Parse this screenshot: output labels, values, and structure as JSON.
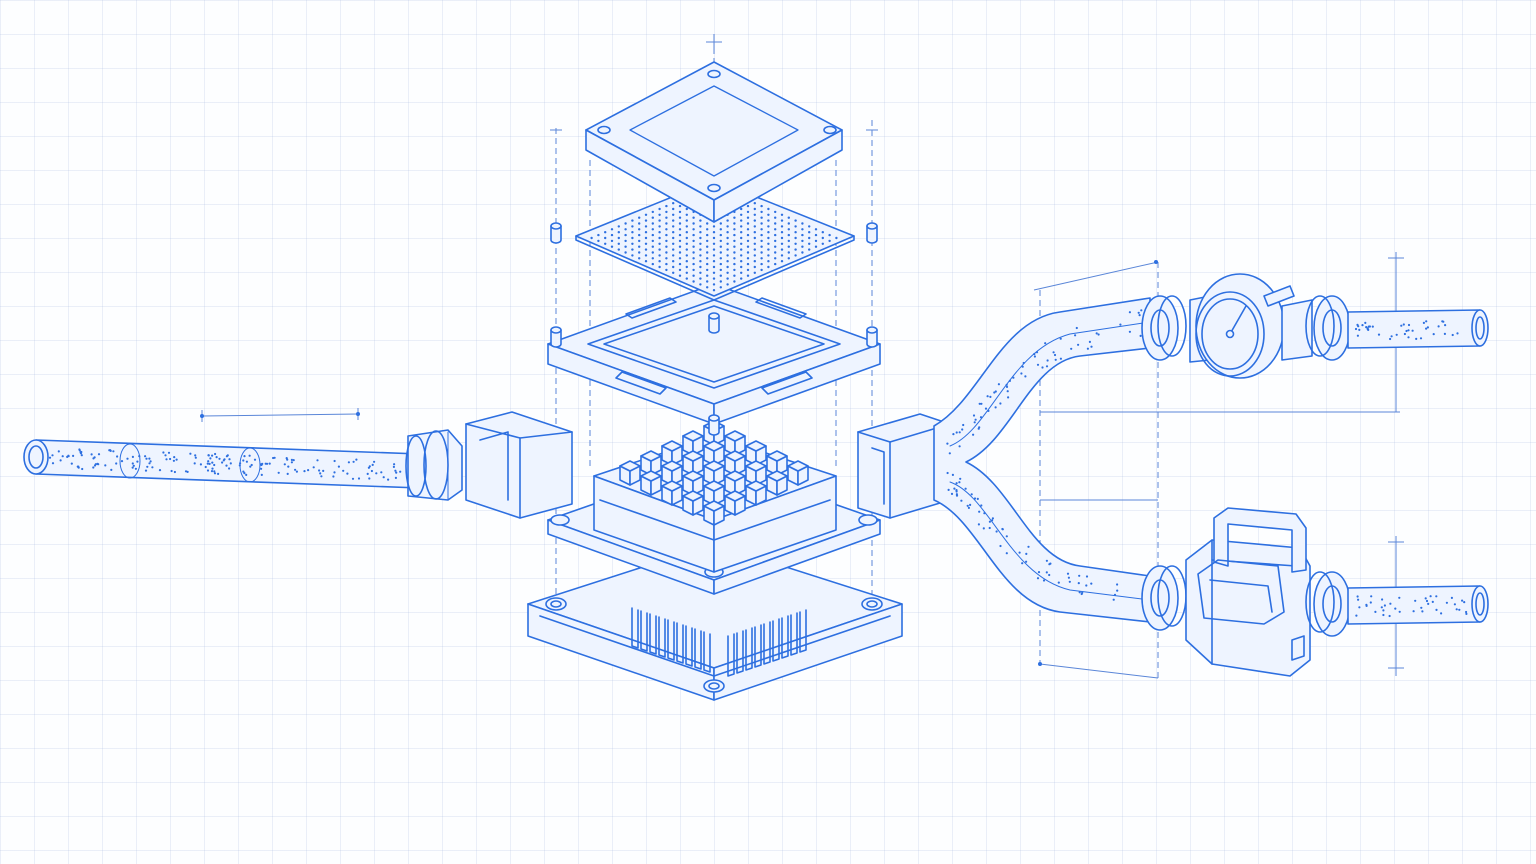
{
  "drawing": {
    "style": "isometric exploded technical drawing on grid paper",
    "colors": {
      "stroke": "#2d6fe0",
      "fill": "#eef4ff",
      "dimension": "#5a86d8",
      "grid": "#c9d4ee",
      "background": "#fdfeff"
    },
    "components": [
      "top-cover-plate",
      "perforated-thermal-pad",
      "mounting-frame",
      "cold-plate-fin-array",
      "water-block-housing",
      "heatsink-base",
      "inlet-pipe",
      "outlet-branch-pipes",
      "pressure-gauge",
      "flow-meter"
    ]
  }
}
